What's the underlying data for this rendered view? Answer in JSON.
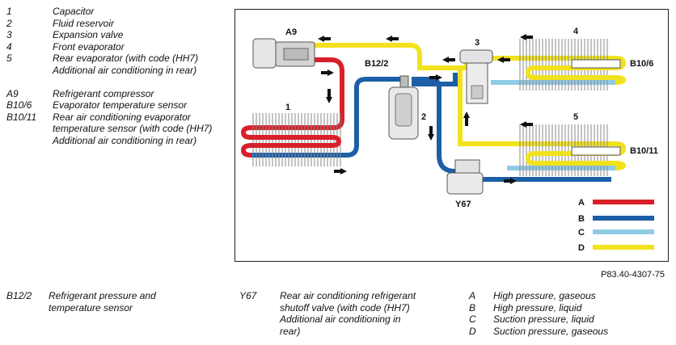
{
  "legend": {
    "items": [
      {
        "code": "1",
        "text": "Capacitor"
      },
      {
        "code": "2",
        "text": "Fluid reservoir"
      },
      {
        "code": "3",
        "text": "Expansion valve"
      },
      {
        "code": "4",
        "text": "Front evaporator"
      },
      {
        "code": "5",
        "text": "Rear evaporator (with code (HH7) Additional air conditioning in rear)"
      }
    ],
    "items2": [
      {
        "code": "A9",
        "text": "Refrigerant compressor"
      },
      {
        "code": "B10/6",
        "text": "Evaporator temperature sensor"
      },
      {
        "code": "B10/11",
        "text": "Rear air conditioning evaporator temperature sensor (with code (HH7) Additional air conditioning in rear)"
      }
    ]
  },
  "diagram": {
    "labels": {
      "a9": "A9",
      "b12_2": "B12/2",
      "n1": "1",
      "n2": "2",
      "n3": "3",
      "n4": "4",
      "n5": "5",
      "b10_6": "B10/6",
      "b10_11": "B10/11",
      "y67": "Y67"
    },
    "color_key": [
      {
        "letter": "A",
        "color": "#d8202a"
      },
      {
        "letter": "B",
        "color": "#1c5fa6"
      },
      {
        "letter": "C",
        "color": "#8fcbe6"
      },
      {
        "letter": "D",
        "color": "#f2e21c"
      }
    ]
  },
  "reference": "P83.40-4307-75",
  "bottom": {
    "sensor": {
      "code": "B12/2",
      "text": "Refrigerant pressure and temperature sensor"
    },
    "valve": {
      "code": "Y67",
      "text": "Rear air conditioning refrigerant shutoff valve (with code (HH7) Additional air conditioning in rear)"
    },
    "states": [
      {
        "code": "A",
        "text": "High pressure, gaseous"
      },
      {
        "code": "B",
        "text": "High pressure, liquid"
      },
      {
        "code": "C",
        "text": "Suction pressure, liquid"
      },
      {
        "code": "D",
        "text": "Suction pressure, gaseous"
      }
    ]
  }
}
